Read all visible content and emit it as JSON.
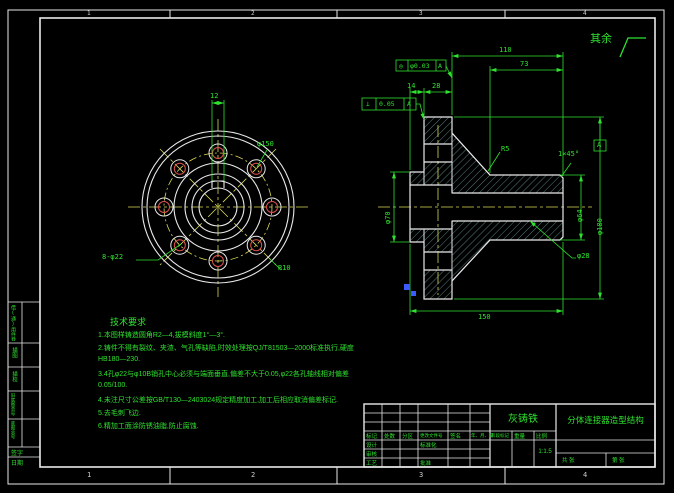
{
  "colors": {
    "background": "#000000",
    "line": "#e9e9e9",
    "dimension": "#2fe22f",
    "centerline": "#d9d957",
    "hole_mark": "#e05050",
    "accent_blue": "#3b5bff"
  },
  "zones": {
    "top": [
      "1",
      "2",
      "3",
      "4"
    ],
    "bottom": [
      "1",
      "2",
      "3",
      "4"
    ]
  },
  "surface_note": {
    "label": "其余"
  },
  "front_view": {
    "dims": {
      "keyway": "12",
      "bolt_circle": "φ150",
      "bolt_holes": "8-φ22",
      "fillet": "R10"
    }
  },
  "section_view": {
    "dims": {
      "boss_len": "14",
      "flange_thk": "28",
      "step_len": "73",
      "cyl_len": "110",
      "total_len": "150",
      "cyl_od": "φ64",
      "flange_od": "φ180",
      "boss_od": "φ70",
      "bore": "φ28",
      "fillet": "R5",
      "chamfer": "1×45°"
    },
    "frames": [
      {
        "symbol": "⊥",
        "value": "0.05",
        "datum": "A"
      },
      {
        "symbol": "◎",
        "value": "φ0.03",
        "datum": "A"
      }
    ],
    "datum_label": "A"
  },
  "tech_requirements": {
    "title": "技术要求",
    "lines": [
      "1.本图样铸造圆角R2—4,拔模斜度1°—3°.",
      "2.铸件不得有裂纹、夹渣、气孔等缺陷,时效处理按QJ/T81503—2000标准执行,硬度",
      "HB180—230.",
      "3.4孔φ22与φ10B销孔中心必须与端面垂直,偏差不大于0.05,φ22各孔轴线相对偏差",
      "0.05/100.",
      "4.未注尺寸公差按GB/T130—2403024规定精度加工,加工后相应取消偏差标记.",
      "5.去毛刺飞边.",
      "6.精加工面涂防锈油脂,防止腐蚀."
    ]
  },
  "title_block": {
    "material": "灰铸铁",
    "part_name": "分体连接器造型结构",
    "scale_value": "1:1.5",
    "labels": {
      "mark": "标记",
      "count": "处数",
      "zone": "分区",
      "change_doc": "更改文件号",
      "sign": "签名",
      "date": "年、月、日",
      "design": "设计",
      "check": "审核",
      "process": "工艺",
      "standardize": "标准化",
      "approve": "批准",
      "stage": "阶段标记",
      "weight": "重量",
      "scale": "比例",
      "total_sheets": "共 张",
      "sheet_no": "第 张"
    }
  },
  "left_margin_fields": {
    "items": [
      "借(通)用件登记",
      "描图",
      "描校",
      "旧底图总号",
      "底图总号",
      "签字",
      "日期"
    ]
  }
}
